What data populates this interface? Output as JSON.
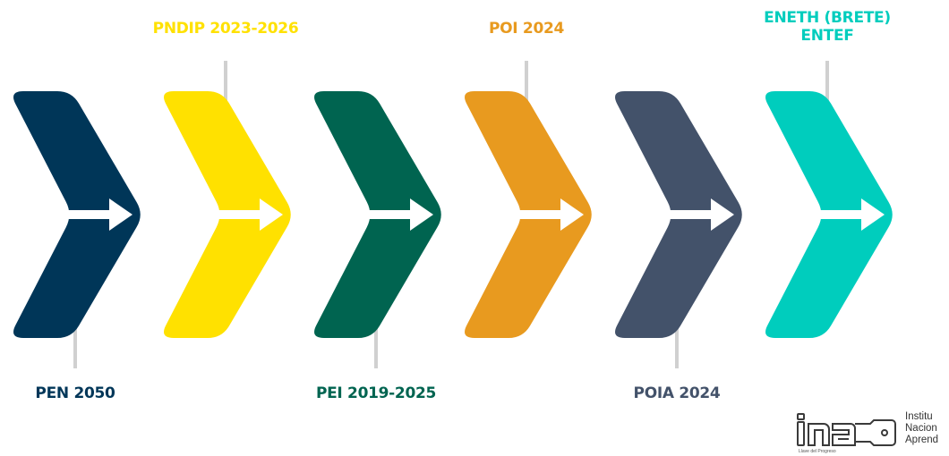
{
  "diagram": {
    "stages": [
      {
        "label": "PEN 2050",
        "label_lines": [
          "PEN 2050"
        ],
        "position": "bottom",
        "color": "#003658"
      },
      {
        "label": "PNDIP 2023-2026",
        "label_lines": [
          "PNDIP 2023-2026"
        ],
        "position": "top",
        "color": "#FFE100"
      },
      {
        "label": "PEI 2019-2025",
        "label_lines": [
          "PEI 2019-2025"
        ],
        "position": "bottom",
        "color": "#006450"
      },
      {
        "label": "POI 2024",
        "label_lines": [
          "POI 2024"
        ],
        "position": "top",
        "color": "#E89A1F"
      },
      {
        "label": "POIA 2024",
        "label_lines": [
          "POIA 2024"
        ],
        "position": "bottom",
        "color": "#43526A"
      },
      {
        "label": "ENETH (BRETE) ENTEF",
        "label_lines": [
          "ENETH (BRETE)",
          "ENTEF"
        ],
        "position": "top",
        "color": "#00CDBD"
      }
    ],
    "connector_color": "#D0D0D0",
    "arrow_color": "#FFFFFF"
  },
  "logo": {
    "mark_text": "ina",
    "lines": [
      "Institu",
      "Nacion",
      "Aprend"
    ],
    "tagline": "Llave del Progreso",
    "color": "#333333"
  }
}
